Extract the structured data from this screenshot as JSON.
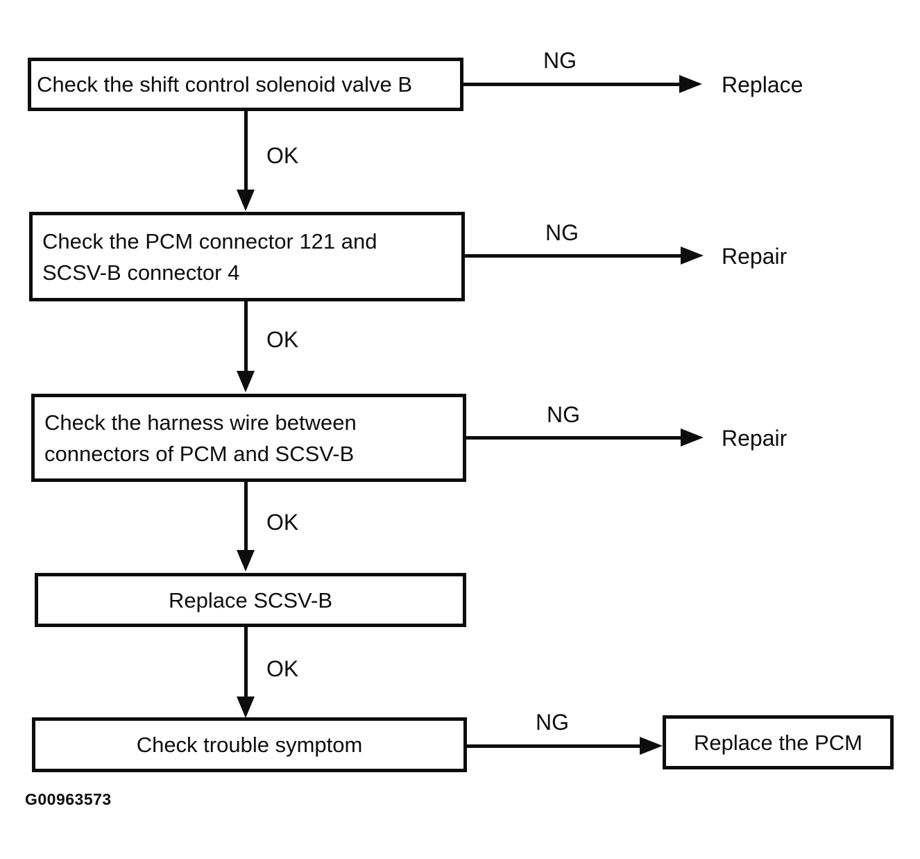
{
  "figure": {
    "id": "G00963573"
  },
  "connectors": {
    "ok_label": "OK",
    "ng_label": "NG"
  },
  "steps": [
    {
      "lines": [
        "Check the shift control solenoid valve B"
      ],
      "outcome": "Replace"
    },
    {
      "lines": [
        "Check the PCM connector 121 and",
        "SCSV-B connector 4"
      ],
      "outcome": "Repair"
    },
    {
      "lines": [
        "Check the harness wire between",
        "connectors of PCM and SCSV-B"
      ],
      "outcome": "Repair"
    },
    {
      "lines": [
        "Replace SCSV-B"
      ]
    },
    {
      "lines": [
        "Check trouble symptom"
      ],
      "outcome": "Replace the PCM"
    }
  ]
}
